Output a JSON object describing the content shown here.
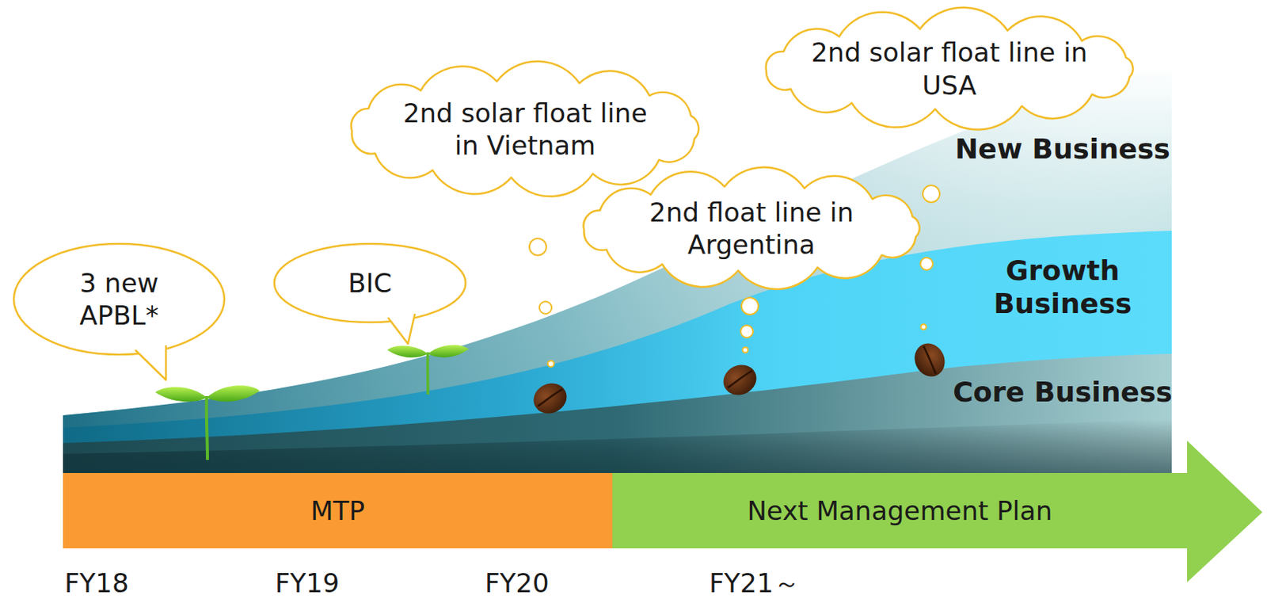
{
  "diagram": {
    "nodes": [
      {
        "text": [
          "3 new APBL*"
        ]
      },
      {
        "text": [
          "BIC"
        ]
      },
      {
        "text": [
          "2nd solar float line in Vietnam"
        ]
      },
      {
        "text": [
          "2nd float line in Argentina"
        ]
      },
      {
        "text": [
          "2nd solar float line in USA"
        ]
      },
      {
        "text": [
          "MTP"
        ]
      },
      {
        "text": [
          "Next Management Plan"
        ]
      }
    ],
    "edges": [],
    "labels": [
      "New Business",
      "Growth Business",
      "Core Business",
      "FY18",
      "FY19",
      "FY20",
      "FY21～"
    ]
  }
}
